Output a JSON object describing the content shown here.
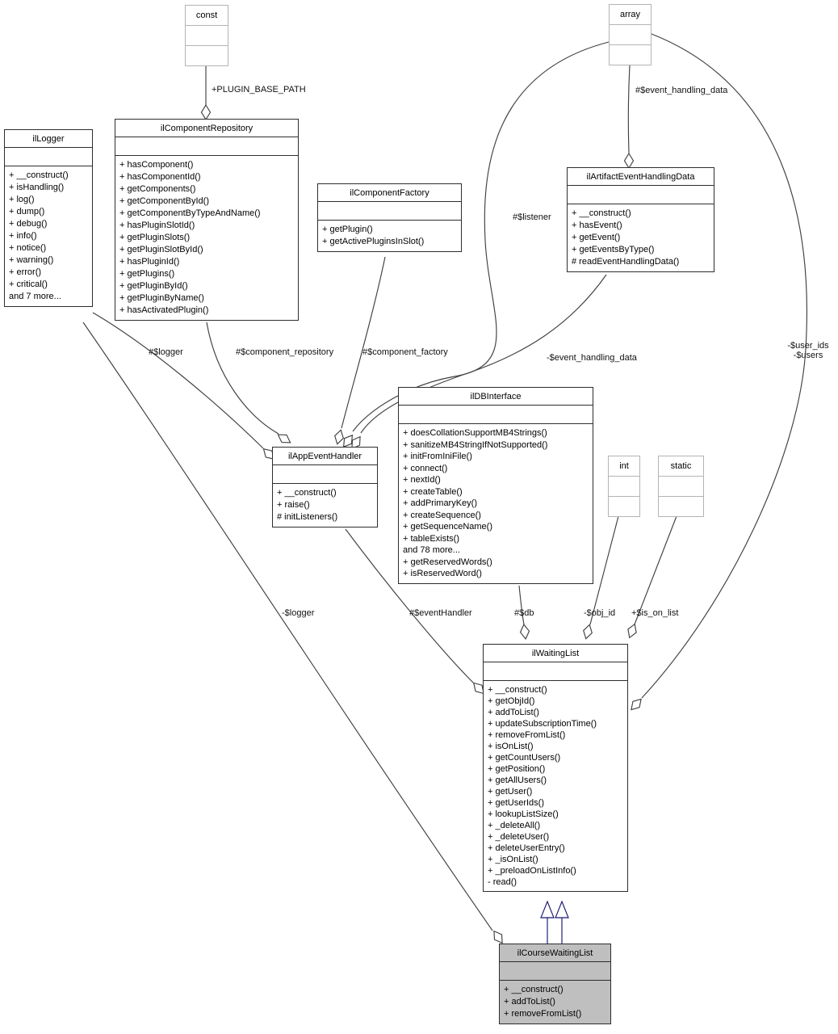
{
  "diagram": {
    "title": "ilCourseWaitingList collaboration diagram",
    "colors": {
      "edge_line": "#404040",
      "inheritance_line": "#191970",
      "class_border": "#2d2d2d",
      "highlight_fill": "#bfbfbf",
      "datatype_border": "#b4b4b4",
      "shape_fill": "#ffffff"
    },
    "classes": [
      {
        "id": "ilLogger",
        "name": "ilLogger",
        "members": [
          "+ __construct()",
          "+ isHandling()",
          "+ log()",
          "+ dump()",
          "+ debug()",
          "+ info()",
          "+ notice()",
          "+ warning()",
          "+ error()",
          "+ critical()",
          "and 7 more..."
        ]
      },
      {
        "id": "ilComponentRepository",
        "name": "ilComponentRepository",
        "members": [
          "+ hasComponent()",
          "+ hasComponentId()",
          "+ getComponents()",
          "+ getComponentById()",
          "+ getComponentByTypeAndName()",
          "+ hasPluginSlotId()",
          "+ getPluginSlots()",
          "+ getPluginSlotById()",
          "+ hasPluginId()",
          "+ getPlugins()",
          "+ getPluginById()",
          "+ getPluginByName()",
          "+ hasActivatedPlugin()"
        ]
      },
      {
        "id": "ilComponentFactory",
        "name": "ilComponentFactory",
        "members": [
          "+ getPlugin()",
          "+ getActivePluginsInSlot()"
        ]
      },
      {
        "id": "ilArtifactEventHandlingData",
        "name": "ilArtifactEventHandlingData",
        "members": [
          "+ __construct()",
          "+ hasEvent()",
          "+ getEvent()",
          "+ getEventsByType()",
          "# readEventHandlingData()"
        ]
      },
      {
        "id": "ilDBInterface",
        "name": "ilDBInterface",
        "members": [
          "+ doesCollationSupportMB4Strings()",
          "+ sanitizeMB4StringIfNotSupported()",
          "+ initFromIniFile()",
          "+ connect()",
          "+ nextId()",
          "+ createTable()",
          "+ addPrimaryKey()",
          "+ createSequence()",
          "+ getSequenceName()",
          "+ tableExists()",
          "and 78 more...",
          "+ getReservedWords()",
          "+ isReservedWord()"
        ]
      },
      {
        "id": "ilAppEventHandler",
        "name": "ilAppEventHandler",
        "members": [
          "+ __construct()",
          "+ raise()",
          "# initListeners()"
        ]
      },
      {
        "id": "ilWaitingList",
        "name": "ilWaitingList",
        "members": [
          "+ __construct()",
          "+ getObjId()",
          "+ addToList()",
          "+ updateSubscriptionTime()",
          "+ removeFromList()",
          "+ isOnList()",
          "+ getCountUsers()",
          "+ getPosition()",
          "+ getAllUsers()",
          "+ getUser()",
          "+ getUserIds()",
          "+ lookupListSize()",
          "+ _deleteAll()",
          "+ _deleteUser()",
          "+ deleteUserEntry()",
          "+ _isOnList()",
          "+ _preloadOnListInfo()",
          "- read()"
        ]
      },
      {
        "id": "ilCourseWaitingList",
        "name": "ilCourseWaitingList",
        "highlighted": true,
        "members": [
          "+ __construct()",
          "+ addToList()",
          "+ removeFromList()"
        ]
      }
    ],
    "datatypes": [
      {
        "id": "const",
        "name": "const"
      },
      {
        "id": "array",
        "name": "array"
      },
      {
        "id": "int",
        "name": "int"
      },
      {
        "id": "static",
        "name": "static"
      }
    ],
    "edge_labels": {
      "plugin_base_path": "+PLUGIN_BASE_PATH",
      "event_handling_data_agg": "#$event_handling_data",
      "listener": "#$listener",
      "logger_handler": "#$logger",
      "component_repository": "#$component_repository",
      "component_factory": "#$component_factory",
      "event_handling_data_member": "-$event_handling_data",
      "user_ids": "-$user_ids",
      "users": "-$users",
      "logger_course": "-$logger",
      "event_handler": "#$eventHandler",
      "db": "#$db",
      "obj_id": "-$obj_id",
      "is_on_list": "+$is_on_list"
    }
  }
}
